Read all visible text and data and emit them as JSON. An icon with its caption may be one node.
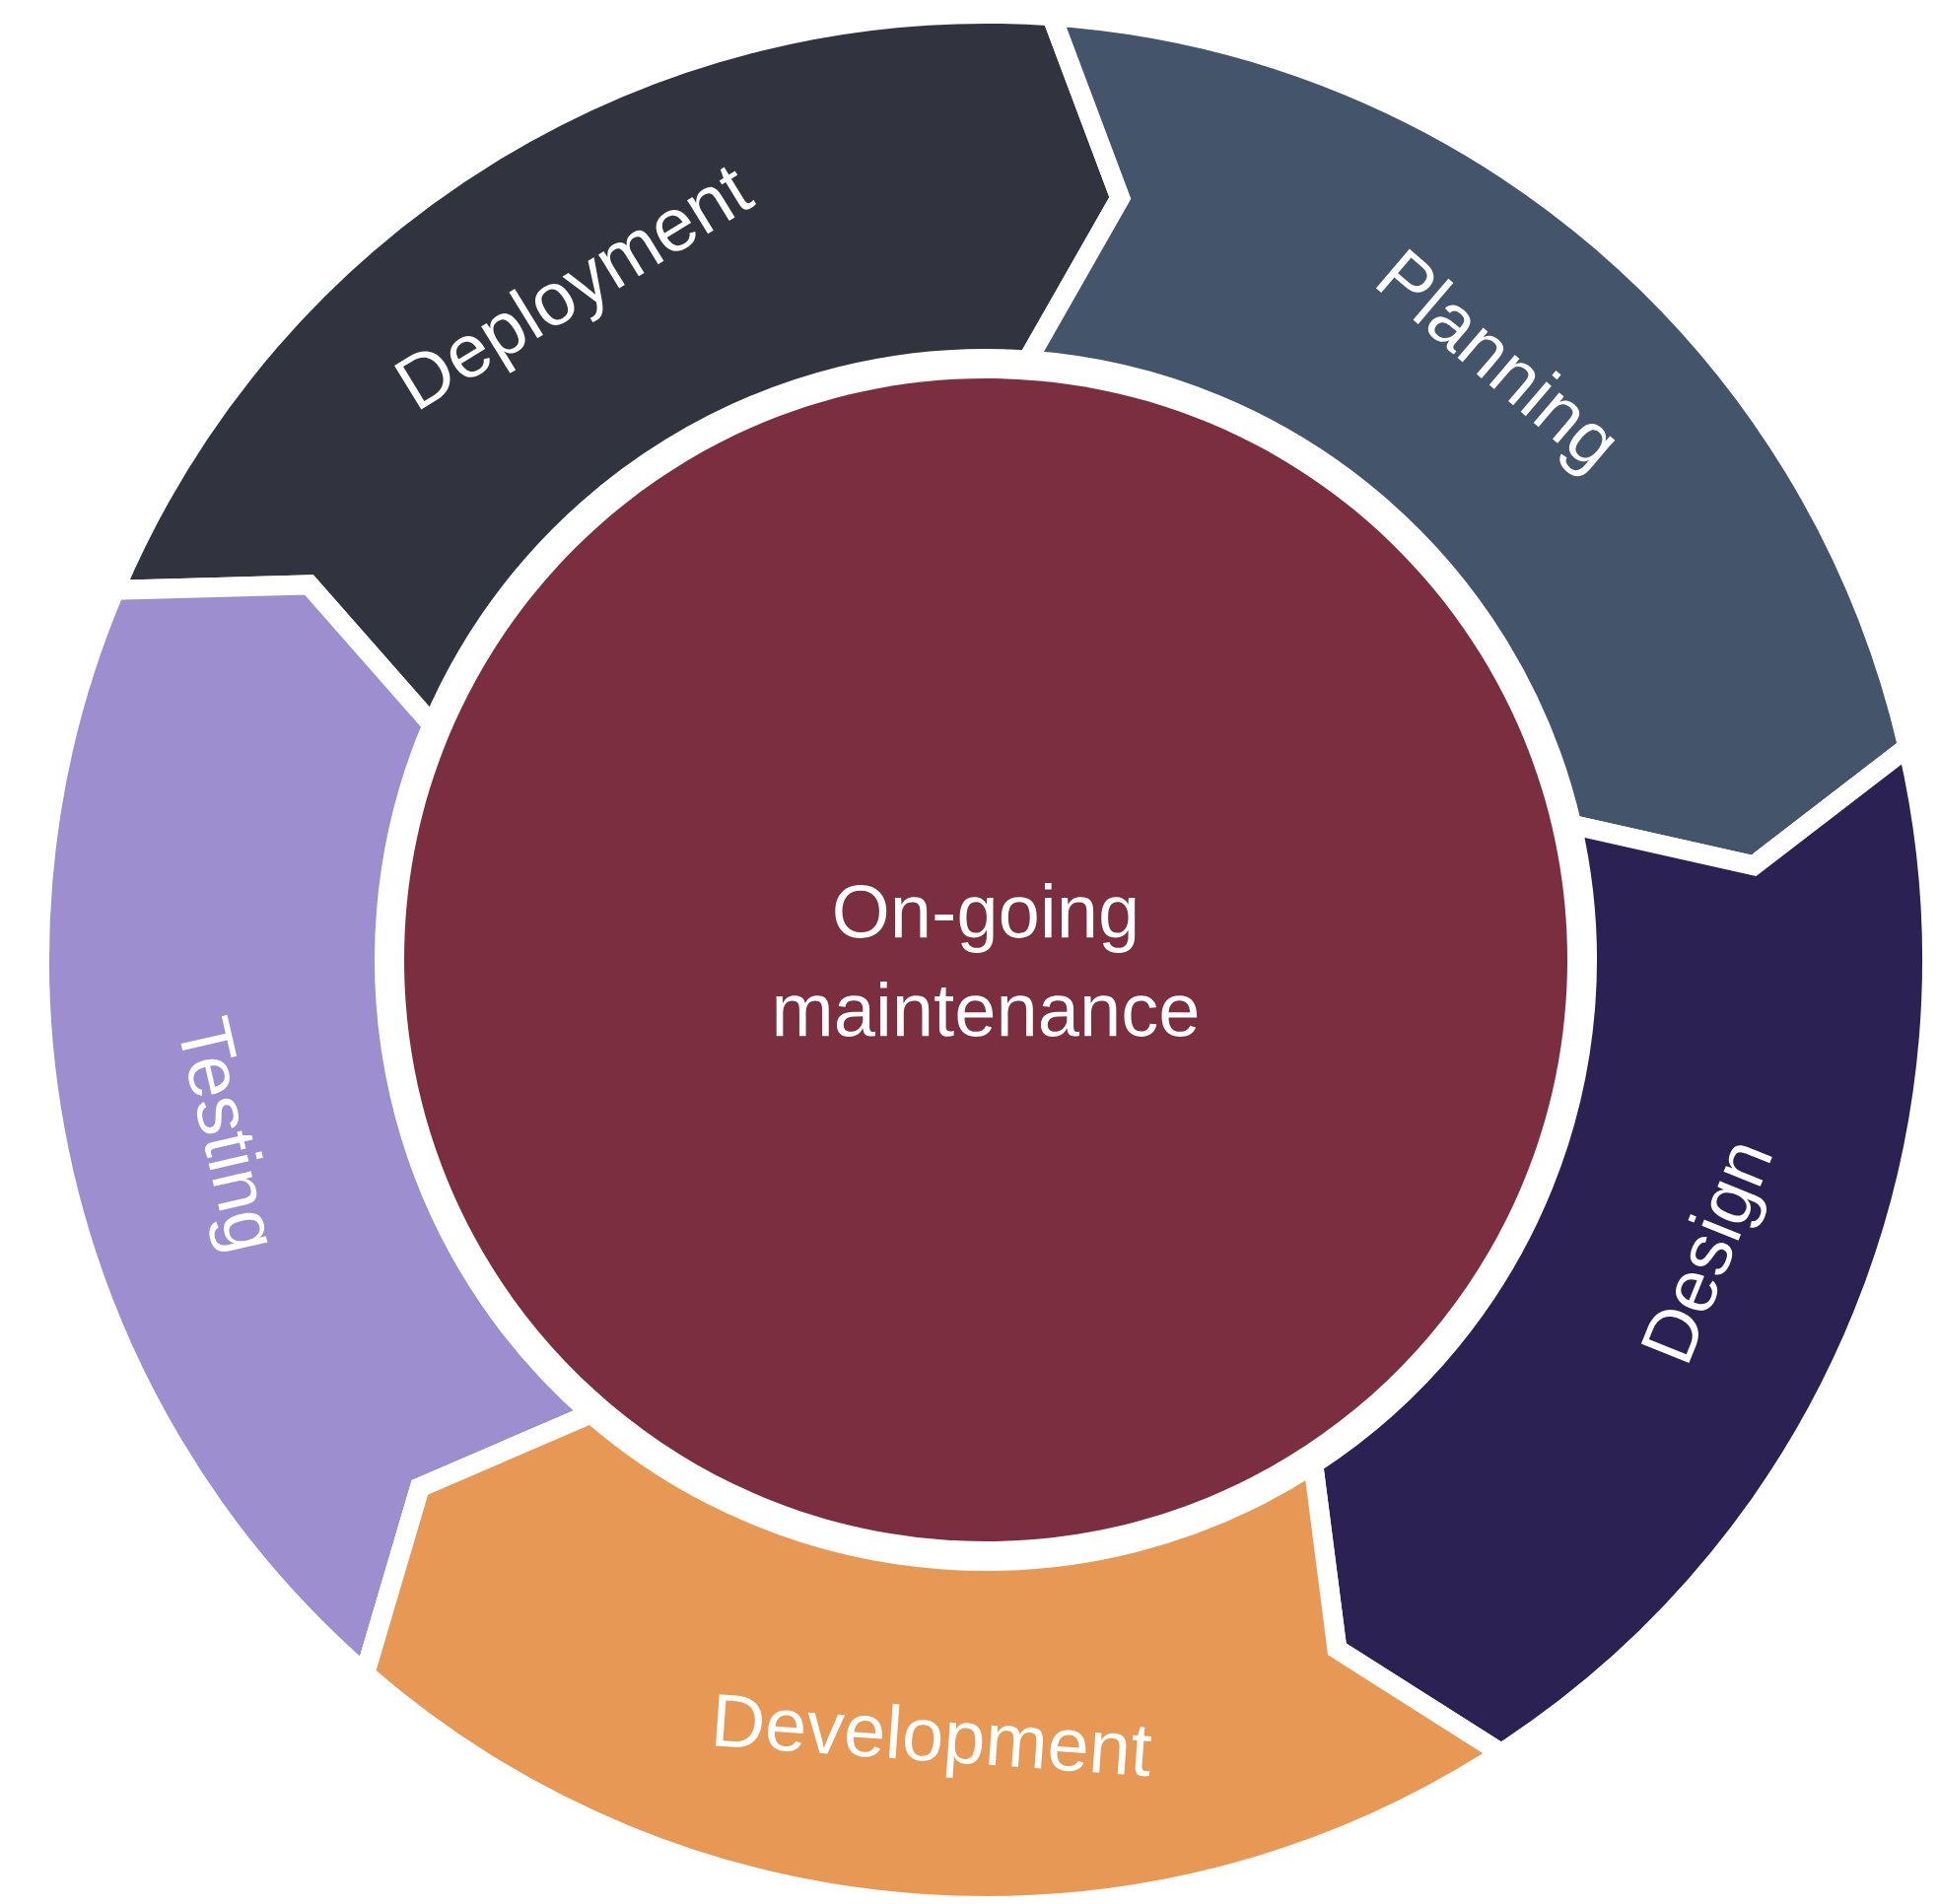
{
  "diagram": {
    "nodes": [
      {
        "text": [
          "Deployment"
        ]
      },
      {
        "text": [
          "Planning"
        ]
      },
      {
        "text": [
          "On-going maintenance"
        ]
      },
      {
        "text": [
          "Testing"
        ]
      },
      {
        "text": [
          "Design"
        ]
      },
      {
        "text": [
          "Development"
        ]
      }
    ]
  }
}
